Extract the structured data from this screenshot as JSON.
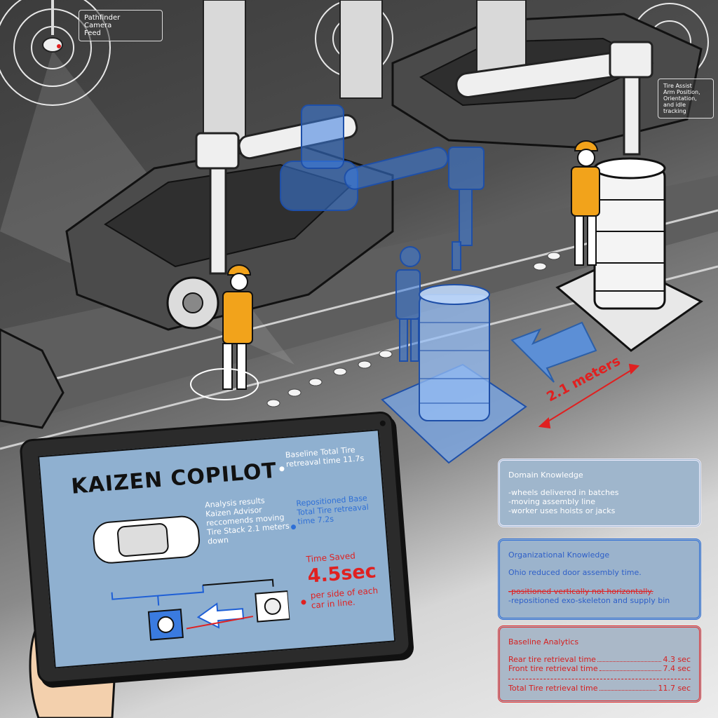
{
  "scene": {
    "camera_label": "Pathfinder\nCamera\nFeed",
    "arm_label": "Tire Assist\nArm Position,\nOrientation,\nand idle\ntracking",
    "distance_label": "2.1 meters"
  },
  "tablet": {
    "title": "KAIZEN COPILOT",
    "analysis": "Analysis results Kaizen Advisor reccomends moving Tire Stack 2.1 meters down",
    "baseline": "Baseline Total Tire retreaval time  11.7s",
    "repositioned": "Repositioned Base Total Tire retreaval time  7.2s",
    "time_saved_label": "Time Saved",
    "time_saved_value": "4.5sec",
    "time_saved_desc": "per side of each car in line."
  },
  "domain_knowledge": {
    "title": "Domain Knowledge",
    "items": [
      "-wheels delivered in batches",
      "-moving assembly line",
      "-worker uses hoists or jacks"
    ]
  },
  "organizational_knowledge": {
    "title": "Organizational Knowledge",
    "line1": "Ohio reduced door assembly time.",
    "struck": "-positioned vertically not horizontally.",
    "line2": "-repositioned exo-skeleton and supply bin"
  },
  "baseline_analytics": {
    "title": "Baseline Analytics",
    "rows": [
      {
        "label": "Rear tire retrieval time",
        "value": "4.3 sec"
      },
      {
        "label": "Front tire retrieval time",
        "value": "7.4 sec"
      }
    ],
    "total": {
      "label": "Total Tire retrieval time",
      "value": "11.7 sec"
    }
  },
  "colors": {
    "hologram_blue": "#3a7be0",
    "accent_red": "#e02020",
    "worker_orange": "#f2a31b",
    "tablet_screen": "#8fb0d0"
  }
}
